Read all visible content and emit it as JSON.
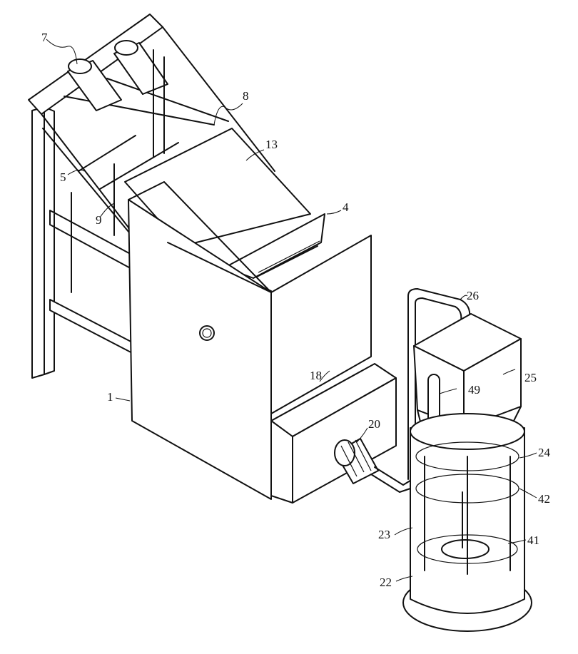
{
  "figure": {
    "labels": {
      "l1": "1",
      "l4": "4",
      "l5": "5",
      "l7": "7",
      "l8": "8",
      "l9": "9",
      "l13": "13",
      "l18": "18",
      "l20": "20",
      "l22": "22",
      "l23": "23",
      "l24": "24",
      "l25": "25",
      "l26": "26",
      "l41": "41",
      "l42": "42",
      "l49": "49"
    }
  }
}
